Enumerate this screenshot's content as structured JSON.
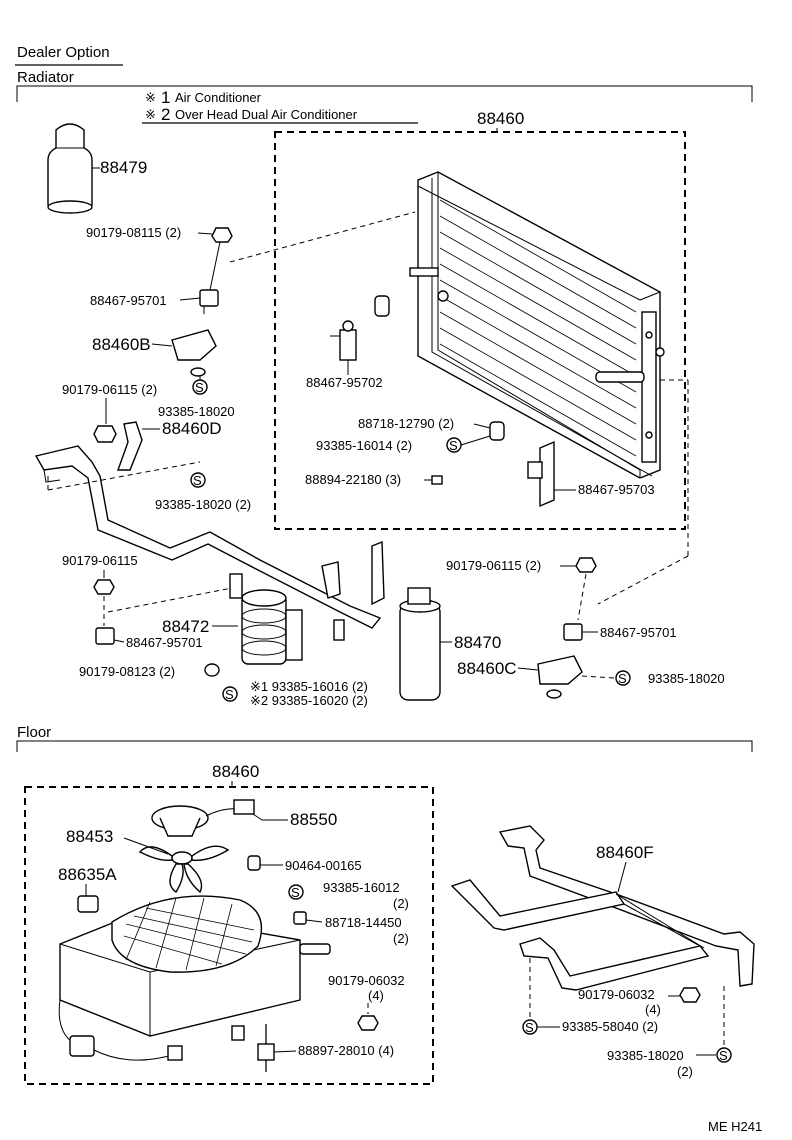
{
  "header": {
    "title": "Dealer Option",
    "section_radiator": "Radiator",
    "section_floor": "Floor"
  },
  "legend": {
    "mark": "※",
    "n1": "1",
    "t1": "Air Conditioner",
    "n2": "2",
    "t2": "Over Head Dual Air Conditioner"
  },
  "radiator_parts": {
    "p88460": "88460",
    "p88479": "88479",
    "p90179_08115": "90179-08115 (2)",
    "p88467_95701_a": "88467-95701",
    "p88460B": "88460B",
    "p90179_06115_2": "90179-06115 (2)",
    "p93385_18020_a": "93385-18020",
    "p88460D": "88460D",
    "p93385_18020_2": "93385-18020 (2)",
    "p88467_95702": "88467-95702",
    "p88718_12790": "88718-12790 (2)",
    "p93385_16014": "93385-16014 (2)",
    "p88894_22180": "88894-22180 (3)",
    "p88467_95703": "88467-95703",
    "p90179_06115": "90179-06115",
    "p88472": "88472",
    "p88467_95701_b": "88467-95701",
    "p90179_08123": "90179-08123 (2)",
    "p93385_16016": "※1 93385-16016 (2)",
    "p93385_16020": "※2 93385-16020 (2)",
    "p88470": "88470",
    "p90179_06115_2b": "90179-06115 (2)",
    "p88467_95701_c": "88467-95701",
    "p88460C": "88460C",
    "p93385_18020_c": "93385-18020"
  },
  "floor_parts": {
    "p88460": "88460",
    "p88550": "88550",
    "p88453": "88453",
    "p90464_00165": "90464-00165",
    "p88635A": "88635A",
    "p93385_16012": "93385-16012",
    "p93385_16012_q": "(2)",
    "p88718_14450": "88718-14450",
    "p88718_14450_q": "(2)",
    "p90179_06032": "90179-06032",
    "p90179_06032_q": "(4)",
    "p88897_28010": "88897-28010 (4)",
    "p88460F": "88460F",
    "p90179_06032r": "90179-06032",
    "p90179_06032r_q": "(4)",
    "p93385_58040": "93385-58040 (2)",
    "p93385_18020": "93385-18020",
    "p93385_18020_q": "(2)"
  },
  "symbols": {
    "s": "S"
  },
  "footer": {
    "code": "ME  H241"
  }
}
